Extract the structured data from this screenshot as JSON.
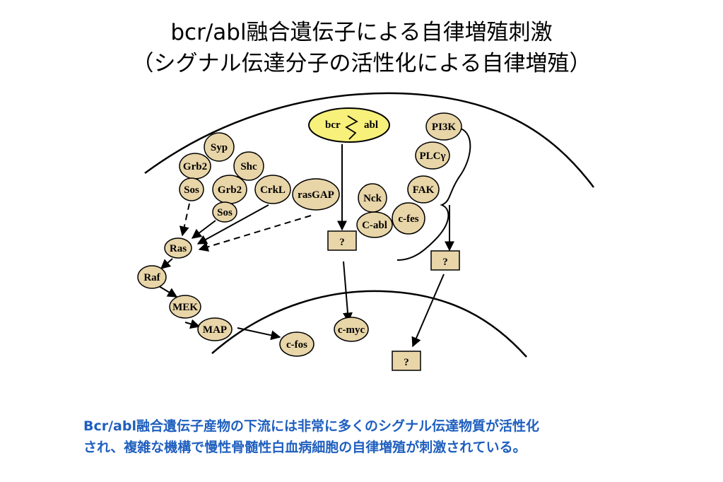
{
  "title": {
    "line1": "bcr/abl融合遺伝子による自律増殖刺激",
    "line2": "（シグナル伝達分子の活性化による自律増殖）"
  },
  "colors": {
    "node_fill": "#e8d5a8",
    "bcr_abl_fill": "#f7f07a",
    "caption": "#1f5fbf"
  },
  "nodes": {
    "bcr": "bcr",
    "abl": "abl",
    "syp": "Syp",
    "grb2_a": "Grb2",
    "shc": "Shc",
    "sos_a": "Sos",
    "grb2_b": "Grb2",
    "crkl": "CrkL",
    "rasgap": "rasGAP",
    "sos_b": "Sos",
    "nck": "Nck",
    "c_abl": "C-abl",
    "c_fes": "c-fes",
    "pi3k": "PI3K",
    "plcg": "PLCγ",
    "fak": "FAK",
    "ras": "Ras",
    "raf": "Raf",
    "mek": "MEK",
    "map": "MAP",
    "c_fos": "c-fos",
    "c_myc": "c-myc",
    "unknown_1": "?",
    "unknown_2": "?",
    "unknown_3": "?"
  },
  "caption": {
    "line1": "Bcr/abl融合遺伝子産物の下流には非常に多くのシグナル伝達物質が活性化",
    "line2": "され、複雑な機構で慢性骨髄性白血病細胞の自律増殖が刺激されている。"
  }
}
